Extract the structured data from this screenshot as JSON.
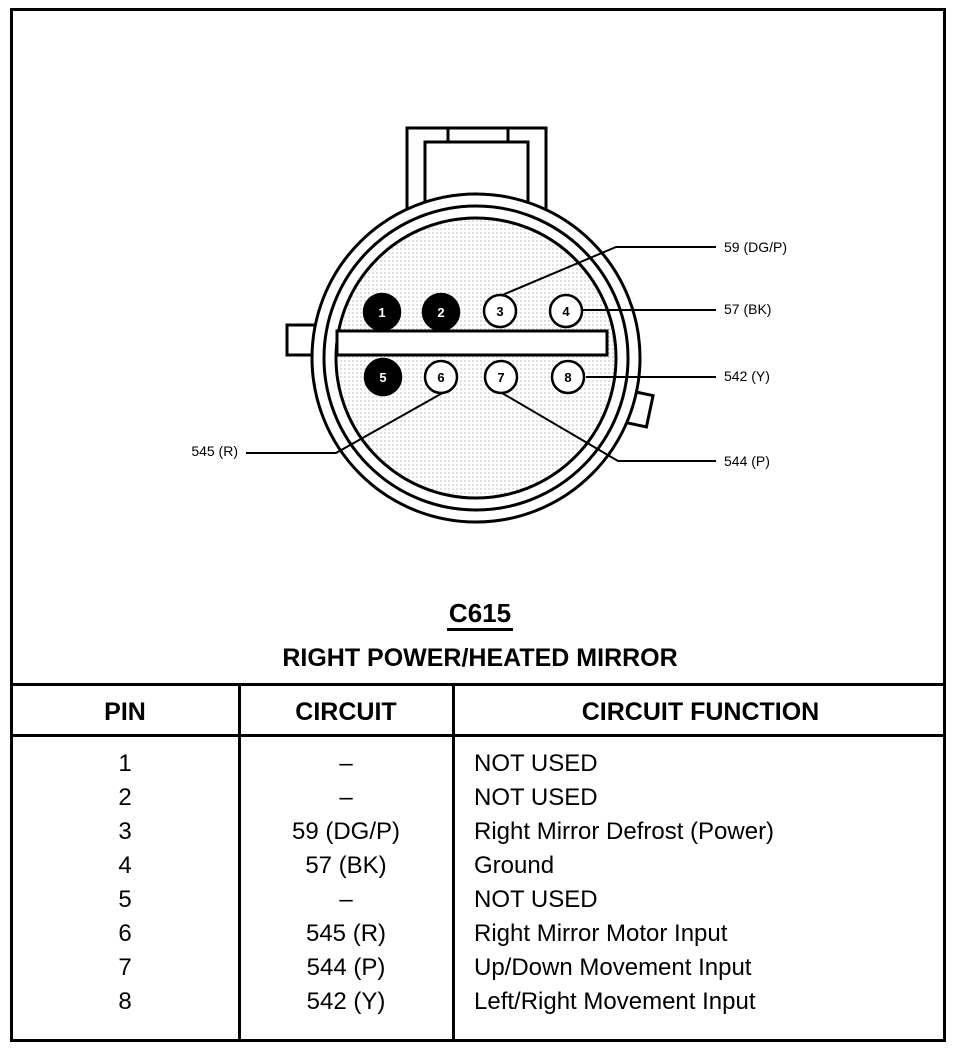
{
  "connector": {
    "id": "C615",
    "description": "RIGHT POWER/HEATED MIRROR",
    "pins": [
      {
        "num": "1",
        "used": false
      },
      {
        "num": "2",
        "used": false
      },
      {
        "num": "3",
        "used": true
      },
      {
        "num": "4",
        "used": true
      },
      {
        "num": "5",
        "used": false
      },
      {
        "num": "6",
        "used": true
      },
      {
        "num": "7",
        "used": true
      },
      {
        "num": "8",
        "used": true
      }
    ],
    "wire_labels": [
      "59 (DG/P)",
      "57 (BK)",
      "542 (Y)",
      "544 (P)",
      "545 (R)"
    ]
  },
  "table": {
    "headers": [
      "PIN",
      "CIRCUIT",
      "CIRCUIT FUNCTION"
    ],
    "rows": [
      {
        "pin": "1",
        "circuit": "–",
        "function": "NOT USED"
      },
      {
        "pin": "2",
        "circuit": "–",
        "function": "NOT USED"
      },
      {
        "pin": "3",
        "circuit": "59 (DG/P)",
        "function": "Right Mirror Defrost (Power)"
      },
      {
        "pin": "4",
        "circuit": "57 (BK)",
        "function": "Ground"
      },
      {
        "pin": "5",
        "circuit": "–",
        "function": "NOT USED"
      },
      {
        "pin": "6",
        "circuit": "545 (R)",
        "function": "Right Mirror Motor Input"
      },
      {
        "pin": "7",
        "circuit": "544 (P)",
        "function": "Up/Down Movement Input"
      },
      {
        "pin": "8",
        "circuit": "542 (Y)",
        "function": "Left/Right Movement Input"
      }
    ]
  }
}
